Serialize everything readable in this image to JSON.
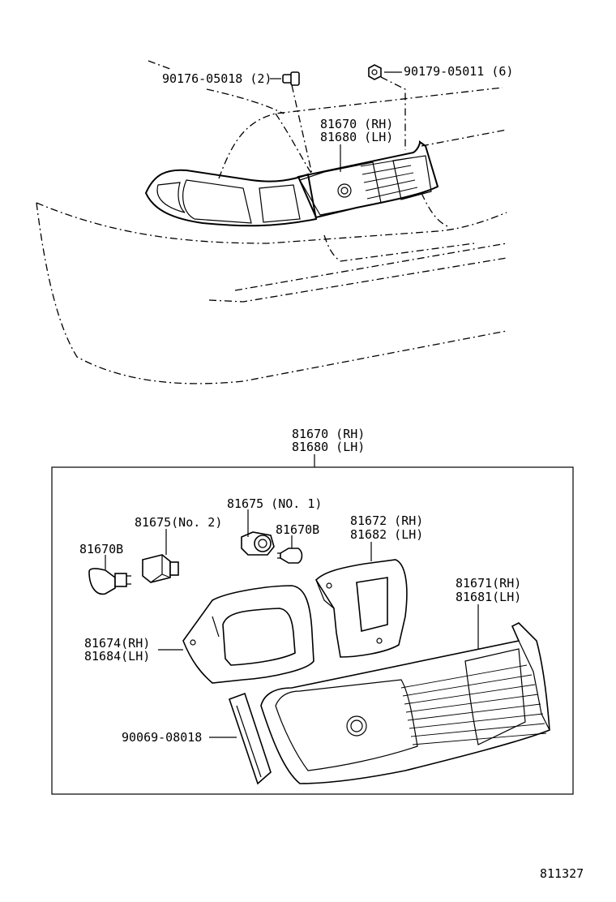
{
  "labels": {
    "upper_bolt": "90176-05018 (2)",
    "upper_screw": "90179-05011 (6)",
    "upper_lamp_rh": "81670 (RH)",
    "upper_lamp_lh": "81680 (LH)",
    "box_title_rh": "81670 (RH)",
    "box_title_lh": "81680 (LH)",
    "socket_no1": "81675 (NO. 1)",
    "socket_no2": "81675(No. 2)",
    "bulb_left": "81670B",
    "bulb_right": "81670B",
    "gasket_rh": "81672 (RH)",
    "gasket_lh": "81682 (LH)",
    "housing_rh": "81671(RH)",
    "housing_lh": "81681(LH)",
    "cover_rh": "81674(RH)",
    "cover_lh": "81684(LH)",
    "pad": "90069-08018",
    "diagram_number": "811327"
  }
}
